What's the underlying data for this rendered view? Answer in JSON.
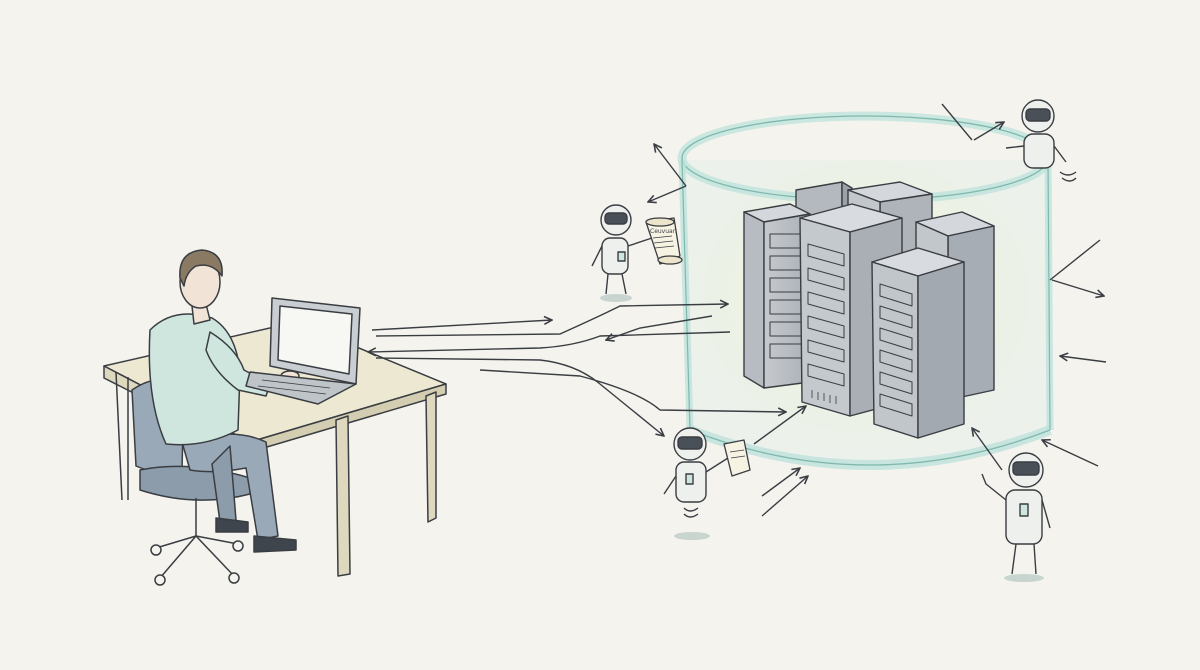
{
  "colors": {
    "background": "#f4f3ee",
    "ink": "#3a3d42",
    "server_gray": "#b9bec4",
    "server_dark": "#8d949b",
    "glow_teal": "#bfe3dc",
    "glow_yellow": "#f3efc4",
    "shirt": "#cfe6df",
    "pants": "#9aa9b8",
    "desk_top": "#ece8d2"
  },
  "scroll_labels": {
    "upper_left_robot": "Ceuvuan"
  },
  "icons": [
    "person-at-desk",
    "laptop",
    "office-chair",
    "server-rack",
    "robot",
    "scroll",
    "arrow"
  ]
}
